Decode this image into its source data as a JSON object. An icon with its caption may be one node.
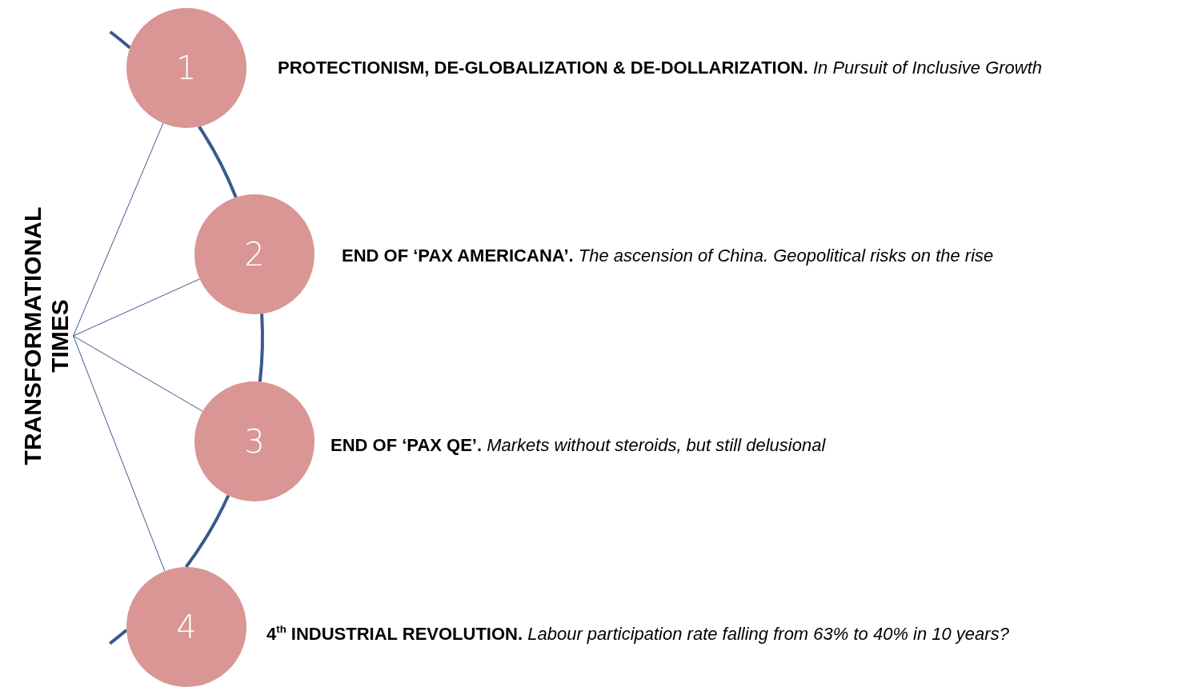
{
  "diagram": {
    "nodes": [
      {
        "text": [
          "TRANSFORMATIONAL TIMES"
        ]
      },
      {
        "text": [
          "1"
        ],
        "beside": [
          "**PROTECTIONISM, DE-GLOBALIZATION & DE-DOLLARIZATION.** *In Pursuit of Inclusive Growth*"
        ]
      },
      {
        "text": [
          "2"
        ],
        "beside": [
          "**END OF ‘PAX AMERICANA’.** *The ascension of China. Geopolitical risks on the rise*"
        ]
      },
      {
        "text": [
          "3"
        ],
        "beside": [
          "**END OF ‘PAX QE’.** *Markets without steroids, but still delusional*"
        ]
      },
      {
        "text": [
          "4"
        ],
        "beside": [
          "**4$^{th}$ INDUSTRIAL REVOLUTION.** *Labour participation rate falling from 63% to 40% in 10 years?*"
        ]
      }
    ],
    "edges": [
      {
        "from": 0,
        "to": 1,
        "arrow": "none"
      },
      {
        "from": 0,
        "to": 2,
        "arrow": "none"
      },
      {
        "from": 0,
        "to": 3,
        "arrow": "none"
      },
      {
        "from": 0,
        "to": 4,
        "arrow": "none"
      },
      {
        "from": 1,
        "to": 2,
        "arrow": "none",
        "style": "thick"
      },
      {
        "from": 2,
        "to": 3,
        "arrow": "none",
        "style": "thick"
      },
      {
        "from": 3,
        "to": 4,
        "arrow": "none",
        "style": "thick"
      }
    ]
  }
}
